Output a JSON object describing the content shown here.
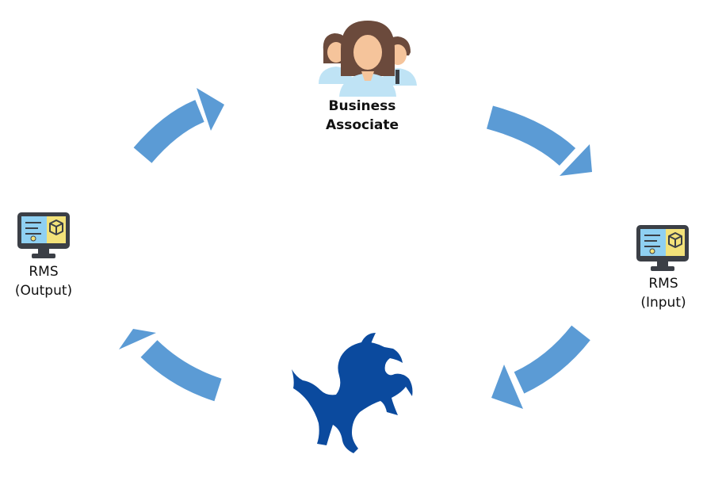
{
  "colors": {
    "arrow": "#5b9bd5",
    "horse": "#0b4a9e",
    "monitor_frame": "#3b3f46",
    "monitor_screen_left": "#8fd0f2",
    "monitor_screen_right": "#f3e27a",
    "person_hair": "#6b4a3c",
    "person_skin": "#f5c49b",
    "person_shirt": "#bfe3f5"
  },
  "nodes": {
    "business_associate": {
      "icon": "people-group-icon",
      "label_lines": [
        "Business",
        "Associate"
      ]
    },
    "rms_output": {
      "icon": "monitor-cube-icon",
      "label_lines": [
        "RMS",
        "(Output)"
      ]
    },
    "rms_input": {
      "icon": "monitor-cube-icon",
      "label_lines": [
        "RMS",
        "(Input)"
      ]
    },
    "bottom": {
      "icon": "rearing-horse-icon"
    }
  },
  "arrows": [
    {
      "from": "business_associate",
      "to": "rms_input",
      "direction": "clockwise"
    },
    {
      "from": "rms_input",
      "to": "bottom",
      "direction": "clockwise"
    },
    {
      "from": "bottom",
      "to": "rms_output",
      "direction": "clockwise"
    },
    {
      "from": "rms_output",
      "to": "business_associate",
      "direction": "clockwise"
    }
  ]
}
